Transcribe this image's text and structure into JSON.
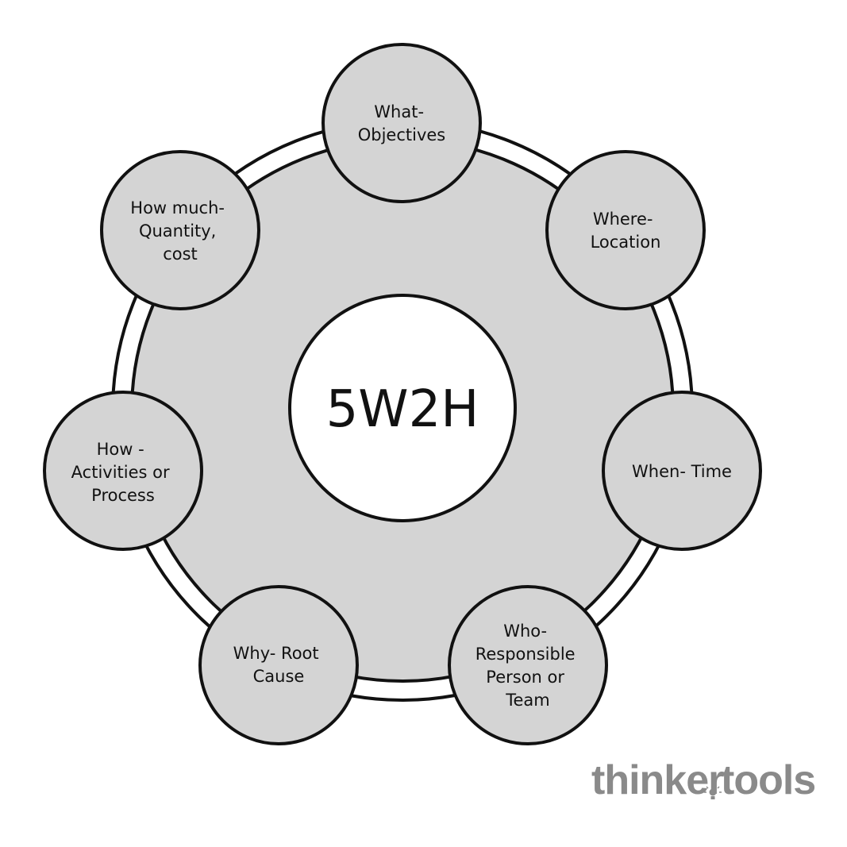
{
  "diagram": {
    "center_label": "5W2H",
    "nodes": [
      {
        "key": "what",
        "lines": [
          "What-",
          "Objectives"
        ]
      },
      {
        "key": "where",
        "lines": [
          "Where-",
          "Location"
        ]
      },
      {
        "key": "when",
        "lines": [
          "When- Time"
        ]
      },
      {
        "key": "who",
        "lines": [
          "Who-",
          "Responsible",
          "Person or",
          "Team"
        ]
      },
      {
        "key": "why",
        "lines": [
          "Why- Root",
          "Cause"
        ]
      },
      {
        "key": "how",
        "lines": [
          "How -",
          "Activities or",
          "Process"
        ]
      },
      {
        "key": "how-much",
        "lines": [
          "How much-",
          "Quantity,",
          "cost"
        ]
      }
    ]
  },
  "branding": {
    "word_left": "thinker",
    "word_right": "tools",
    "color": "#8a8a8a"
  },
  "colors": {
    "fill_gray": "#d4d4d4",
    "stroke": "#111111",
    "center_fill": "#ffffff"
  }
}
